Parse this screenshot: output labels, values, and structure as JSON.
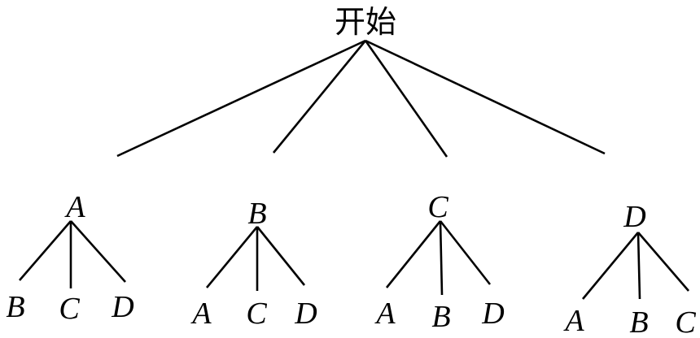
{
  "tree_diagram": {
    "root": {
      "label": "开始",
      "children": [
        {
          "label": "A",
          "children": [
            "B",
            "C",
            "D"
          ]
        },
        {
          "label": "B",
          "children": [
            "A",
            "C",
            "D"
          ]
        },
        {
          "label": "C",
          "children": [
            "A",
            "B",
            "D"
          ]
        },
        {
          "label": "D",
          "children": [
            "A",
            "B",
            "C"
          ]
        }
      ]
    },
    "colors": {
      "line": "#000000",
      "text": "#000000",
      "background": "#ffffff"
    }
  }
}
